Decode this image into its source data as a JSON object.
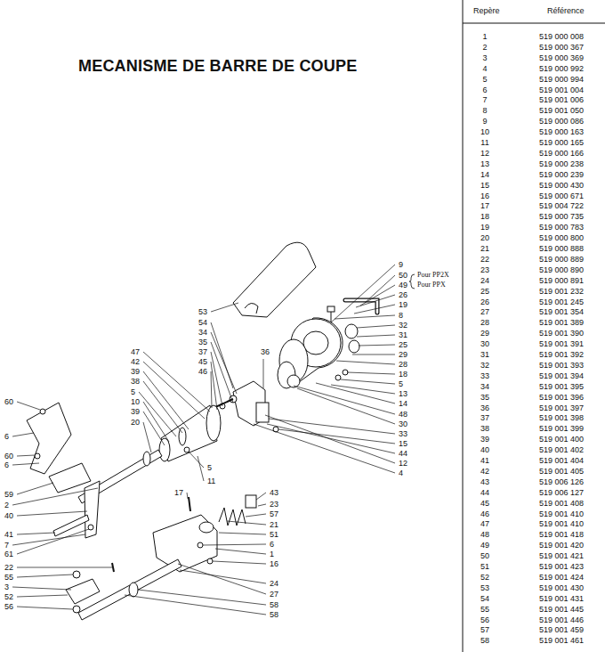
{
  "diagram": {
    "title": "MECANISME DE BARRE DE COUPE",
    "labels": [
      "Repère",
      "Référence",
      "1",
      "519 000 008",
      "2",
      "519 000 367",
      "3",
      "519 000 369",
      "4",
      "519 000 992",
      "5",
      "519 000 994",
      "6",
      "519 001 004",
      "7",
      "519 001 006",
      "8",
      "519 001 050",
      "9",
      "519 000 086",
      "10",
      "519 000 163",
      "11",
      "519 000 165",
      "12",
      "519 000 166",
      "13",
      "519 000 238",
      "14",
      "519 000 239",
      "15",
      "519 000 430",
      "16",
      "519 000 671",
      "17",
      "519 004 722",
      "18",
      "519 000 735",
      "19",
      "519 000 783",
      "20",
      "519 000 800",
      "21",
      "519 000 888",
      "22",
      "519 000 889",
      "23",
      "519 000 890",
      "24",
      "519 000 891",
      "25",
      "519 001 232",
      "26",
      "519 001 245",
      "27",
      "519 001 354",
      "28",
      "519 001 389",
      "29",
      "519 001 390",
      "30",
      "519 001 391",
      "31",
      "519 001 392",
      "32",
      "519 001 393",
      "33",
      "519 001 394",
      "34",
      "519 001 395",
      "35",
      "519 001 396",
      "36",
      "519 001 397",
      "37",
      "519 001 398",
      "38",
      "519 001 399",
      "39",
      "519 001 400",
      "40",
      "519 001 402",
      "41",
      "519 001 404",
      "42",
      "519 001 405",
      "43",
      "519 006 126",
      "44",
      "519 006 127",
      "45",
      "519 001 408",
      "46",
      "519 001 410",
      "47",
      "519 001 410",
      "48",
      "519 001 418",
      "49",
      "519 001 420",
      "50",
      "519 001 421",
      "51",
      "519 001 423",
      "52",
      "519 001 424",
      "53",
      "519 001 430",
      "54",
      "519 001 431",
      "55",
      "519 001 445",
      "56",
      "519 001 446",
      "57",
      "519 001 459",
      "58",
      "519 001 461",
      "9",
      "50",
      "Pour PP2X",
      "49",
      "Pour PPX",
      "26",
      "19",
      "8",
      "32",
      "31",
      "25",
      "29",
      "28",
      "18",
      "5",
      "13",
      "14",
      "48",
      "30",
      "33",
      "15",
      "44",
      "12",
      "4",
      "53",
      "54",
      "34",
      "35",
      "37",
      "45",
      "46",
      "36",
      "47",
      "42",
      "39",
      "38",
      "5",
      "10",
      "39",
      "20",
      "5",
      "11",
      "60",
      "6",
      "60",
      "6",
      "59",
      "2",
      "40",
      "41",
      "7",
      "61",
      "22",
      "55",
      "3",
      "52",
      "56",
      "17",
      "43",
      "23",
      "57",
      "21",
      "51",
      "6",
      "1",
      "16",
      "24",
      "27",
      "58",
      "58"
    ]
  }
}
